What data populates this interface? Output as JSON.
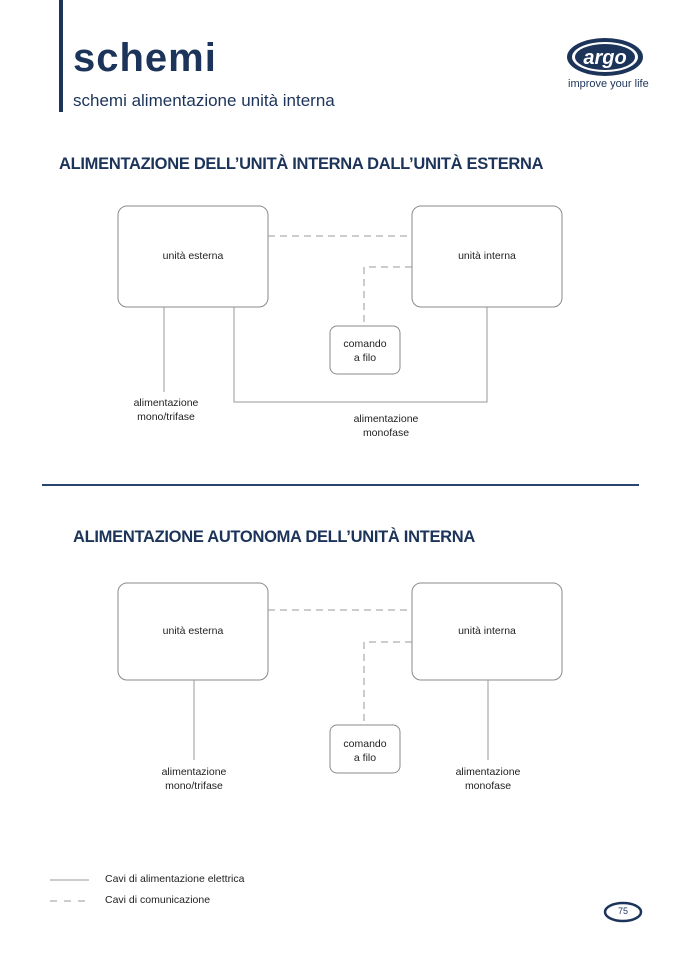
{
  "header": {
    "title": "schemi",
    "subtitle": "schemi alimentazione unità interna",
    "logo_text": "argo",
    "tagline": "improve your life"
  },
  "section1": {
    "heading": "ALIMENTAZIONE DELL’UNITÀ INTERNA DALL’UNITÀ ESTERNA",
    "outdoor_unit": "unità esterna",
    "indoor_unit": "unità interna",
    "remote_line1": "comando",
    "remote_line2": "a filo",
    "supply_left_line1": "alimentazione",
    "supply_left_line2": "mono/trifase",
    "supply_right_line1": "alimentazione",
    "supply_right_line2": "monofase"
  },
  "section2": {
    "heading": "ALIMENTAZIONE AUTONOMA DELL’UNITÀ INTERNA",
    "outdoor_unit": "unità esterna",
    "indoor_unit": "unità interna",
    "remote_line1": "comando",
    "remote_line2": "a filo",
    "supply_left_line1": "alimentazione",
    "supply_left_line2": "mono/trifase",
    "supply_right_line1": "alimentazione",
    "supply_right_line2": "monofase"
  },
  "legend": {
    "power_cables": "Cavi di alimentazione elettrica",
    "communication_cables": "Cavi di comunicazione"
  },
  "page_number": "75",
  "colors": {
    "brand_navy": "#1c3459",
    "box_stroke": "#8a8a8a",
    "line": "#9a9a9a"
  }
}
